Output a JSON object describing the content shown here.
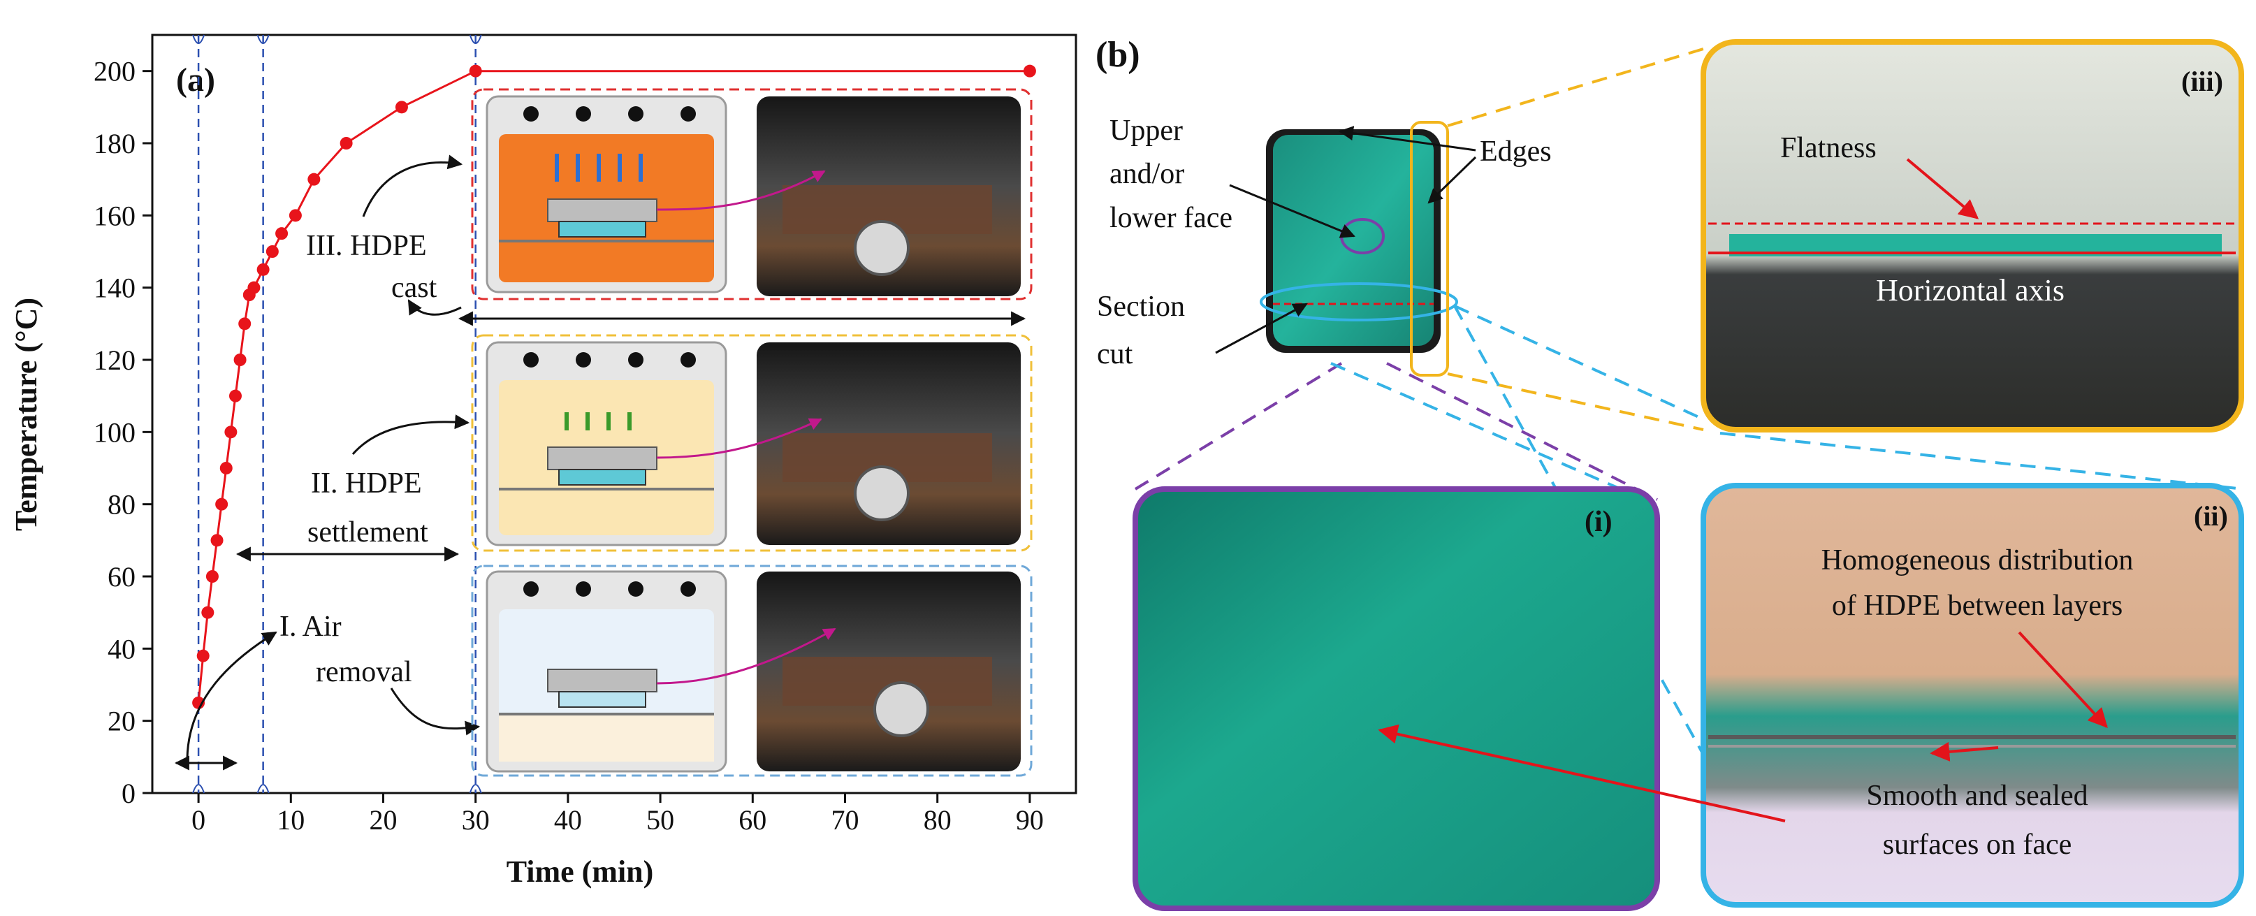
{
  "figure": {
    "panel_a_label": "(a)",
    "panel_b_label": "(b)"
  },
  "chart_data": {
    "type": "line",
    "title": "",
    "xlabel": "Time (min)",
    "ylabel": "Temperature (°C)",
    "xlim": [
      -5,
      95
    ],
    "ylim": [
      0,
      210
    ],
    "x_ticks": [
      0,
      10,
      20,
      30,
      40,
      50,
      60,
      70,
      80,
      90
    ],
    "y_ticks": [
      0,
      20,
      40,
      60,
      80,
      100,
      120,
      140,
      160,
      180,
      200
    ],
    "grid": false,
    "series": [
      {
        "color": "#e8141b",
        "x": [
          0,
          0.5,
          1,
          1.5,
          2,
          2.5,
          3,
          3.5,
          4,
          4.5,
          5,
          5.5,
          6,
          7,
          8,
          9,
          10.5,
          12.5,
          16,
          22,
          30,
          90
        ],
        "y": [
          25,
          38,
          50,
          60,
          70,
          80,
          90,
          100,
          110,
          120,
          130,
          138,
          140,
          145,
          150,
          155,
          160,
          170,
          180,
          190,
          200,
          200
        ]
      }
    ],
    "vertical_dashed_lines_x": [
      0,
      7,
      30
    ],
    "stages": [
      {
        "label_line1": "I. Air",
        "label_line2": "removal",
        "frame_color": "#6fa8d8",
        "inner_bg": "#e9f2fa"
      },
      {
        "label_line1": "II. HDPE",
        "label_line2": "settlement",
        "frame_color": "#f0c03a",
        "inner_bg": "#fbe6b3"
      },
      {
        "label_line1": "III. HDPE",
        "label_line2": "cast",
        "frame_color": "#e03030",
        "inner_bg": "#f27a25"
      }
    ]
  },
  "panel_b": {
    "labels": {
      "upper_face": [
        "Upper",
        "and/or",
        "lower face"
      ],
      "section_cut": [
        "Section",
        "cut"
      ],
      "edges": "Edges"
    },
    "inset_iii": {
      "label": "(iii)",
      "flatness": "Flatness",
      "horizontal_axis": "Horizontal axis",
      "frame_color": "#f2b51c"
    },
    "inset_i": {
      "label": "(i)",
      "frame_color": "#7b3fa8"
    },
    "inset_ii": {
      "label": "(ii)",
      "text_line1": "Homogeneous distribution",
      "text_line2": "of HDPE between layers",
      "text_line3": "Smooth and sealed",
      "text_line4": "surfaces on face",
      "frame_color": "#35b3e6"
    }
  }
}
